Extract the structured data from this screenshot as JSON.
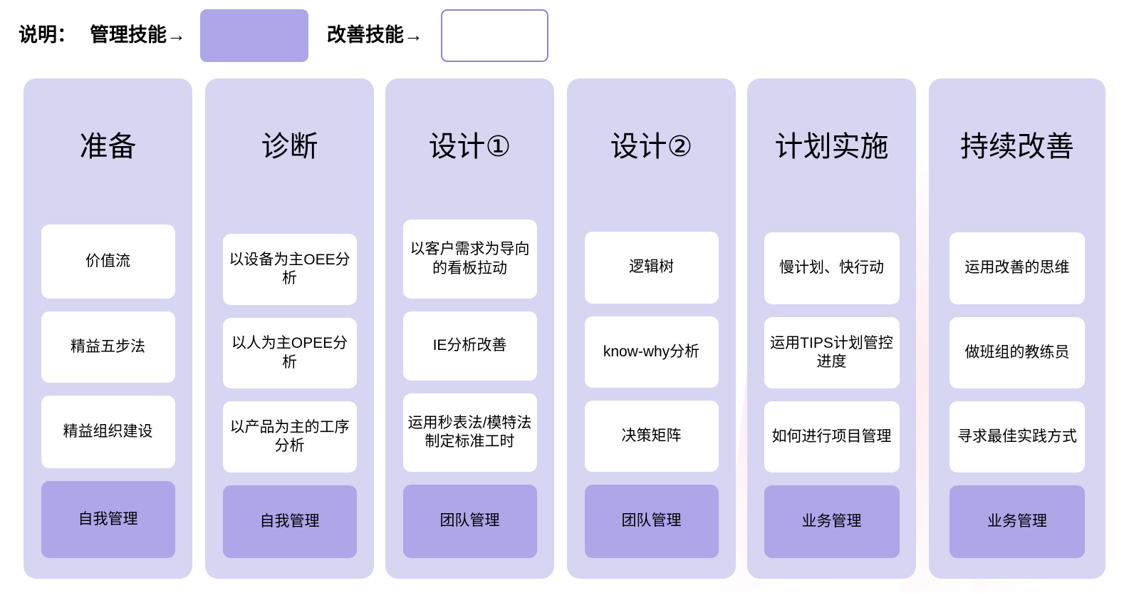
{
  "legend": {
    "prefix": "说明：",
    "label_management": "管理技能→",
    "label_improvement": "改善技能→",
    "color_management": "#ADA6E8",
    "color_improvement": "#FFFFFF",
    "border_improvement": "#8B84DD"
  },
  "board": {
    "column_bg": "#D6D5F2",
    "card_bg": "#FFFFFF",
    "skill_card_bg": "#ADA6E8",
    "columns": [
      {
        "title": "准备",
        "cards": [
          {
            "text": "价值流",
            "type": "improvement"
          },
          {
            "text": "精益五步法",
            "type": "improvement"
          },
          {
            "text": "精益组织建设",
            "type": "improvement"
          },
          {
            "text": "自我管理",
            "type": "management"
          }
        ]
      },
      {
        "title": "诊断",
        "cards": [
          {
            "text": "以设备为主OEE分析",
            "type": "improvement"
          },
          {
            "text": "以人为主OPEE分析",
            "type": "improvement"
          },
          {
            "text": "以产品为主的工序分析",
            "type": "improvement"
          },
          {
            "text": "自我管理",
            "type": "management"
          }
        ]
      },
      {
        "title": "设计①",
        "cards": [
          {
            "text": "以客户需求为导向的看板拉动",
            "type": "improvement"
          },
          {
            "text": "IE分析改善",
            "type": "improvement"
          },
          {
            "text": "运用秒表法/模特法制定标准工时",
            "type": "improvement"
          },
          {
            "text": "团队管理",
            "type": "management"
          }
        ]
      },
      {
        "title": "设计②",
        "cards": [
          {
            "text": "逻辑树",
            "type": "improvement"
          },
          {
            "text": "know-why分析",
            "type": "improvement"
          },
          {
            "text": "决策矩阵",
            "type": "improvement"
          },
          {
            "text": "团队管理",
            "type": "management"
          }
        ]
      },
      {
        "title": "计划实施",
        "cards": [
          {
            "text": "慢计划、快行动",
            "type": "improvement"
          },
          {
            "text": "运用TIPS计划管控进度",
            "type": "improvement"
          },
          {
            "text": "如何进行项目管理",
            "type": "improvement"
          },
          {
            "text": "业务管理",
            "type": "management"
          }
        ]
      },
      {
        "title": "持续改善",
        "cards": [
          {
            "text": "运用改善的思维",
            "type": "improvement"
          },
          {
            "text": "做班组的教练员",
            "type": "improvement"
          },
          {
            "text": "寻求最佳实践方式",
            "type": "improvement"
          },
          {
            "text": "业务管理",
            "type": "management"
          }
        ]
      }
    ]
  }
}
